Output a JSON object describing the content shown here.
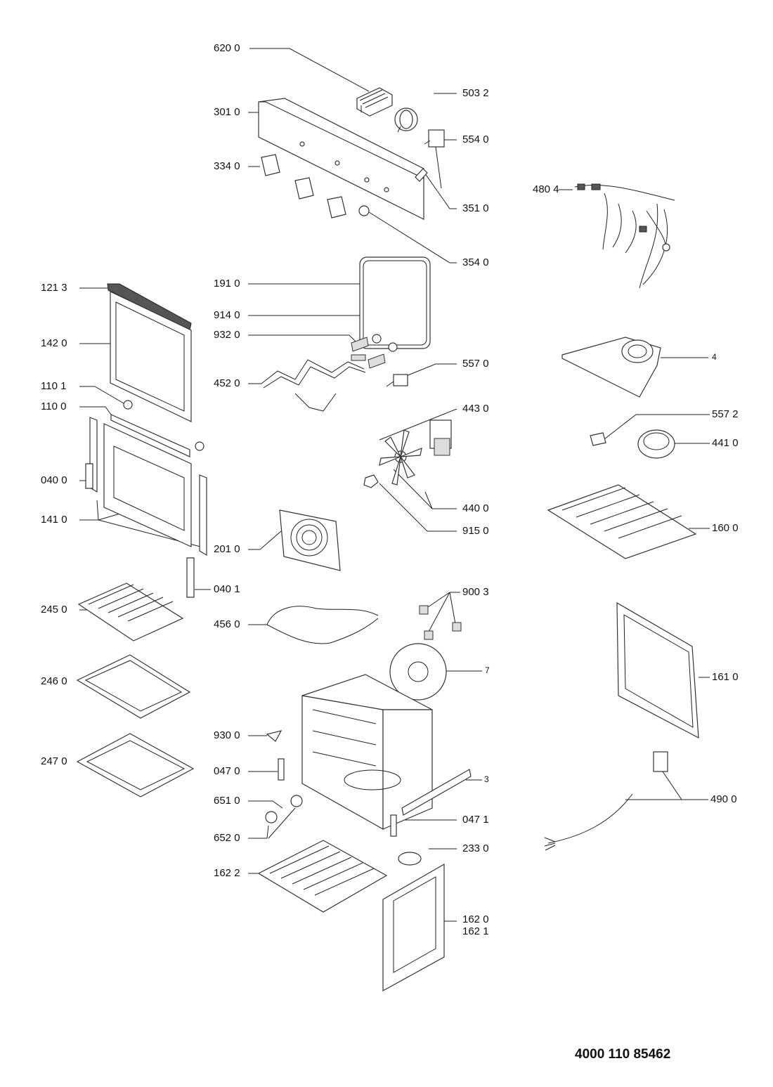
{
  "document_number": "4000 110 85462",
  "callouts": {
    "c6200": "620 0",
    "c3010": "301 0",
    "c5032": "503 2",
    "c5540": "554 0",
    "c3340": "334 0",
    "c3510": "351 0",
    "c3540": "354 0",
    "c4804": "480 4",
    "c1213": "121 3",
    "c1910": "191 0",
    "c1420": "142 0",
    "c9140": "914 0",
    "c9320": "932 0",
    "c4520": "452 0",
    "c5570": "557 0",
    "c4": "4",
    "c1101": "110 1",
    "c1100": "110 0",
    "c4430": "443 0",
    "c5572": "557 2",
    "c4410": "441 0",
    "c0400": "040 0",
    "c1410": "141 0",
    "c4400": "440 0",
    "c9150": "915 0",
    "c1600": "160 0",
    "c2010": "201 0",
    "c0401": "040 1",
    "c9003": "900 3",
    "c2450": "245 0",
    "c4560": "456 0",
    "c7": "7",
    "c1610": "161 0",
    "c2460": "246 0",
    "c9300": "930 0",
    "c2470": "247 0",
    "c0470": "047 0",
    "c3": "3",
    "c6510": "651 0",
    "c4900": "490 0",
    "c6520": "652 0",
    "c0471": "047 1",
    "c2330": "233 0",
    "c1622": "162 2",
    "c1620": "162 0",
    "c1621": "162 1"
  }
}
